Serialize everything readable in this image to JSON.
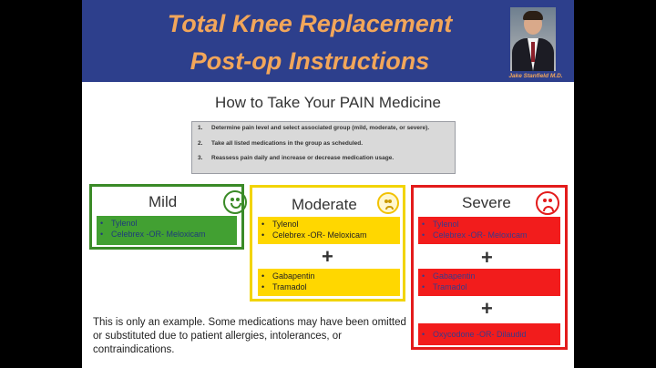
{
  "header": {
    "title_line1": "Total Knee Replacement",
    "title_line2": "Post-op Instructions",
    "author": "Jake Stanfield M.D."
  },
  "subtitle": "How to Take Your PAIN Medicine",
  "steps": [
    {
      "num": "1.",
      "text": "Determine pain level and select associated group (mild, moderate, or severe)."
    },
    {
      "num": "2.",
      "text": "Take all listed medications in the group as scheduled."
    },
    {
      "num": "3.",
      "text": "Reassess pain daily and increase or decrease medication usage."
    }
  ],
  "groups": {
    "mild": {
      "title": "Mild",
      "meds": [
        "Tylenol",
        "Celebrex -OR- Meloxicam"
      ]
    },
    "moderate": {
      "title": "Moderate",
      "meds1": [
        "Tylenol",
        "Celebrex -OR- Meloxicam"
      ],
      "meds2": [
        "Gabapentin",
        "Tramadol"
      ]
    },
    "severe": {
      "title": "Severe",
      "meds1": [
        "Tylenol",
        "Celebrex -OR- Meloxicam"
      ],
      "meds2": [
        "Gabapentin",
        "Tramadol"
      ],
      "meds3": [
        "Oxycodone -OR- Dilaudid"
      ]
    }
  },
  "plus_sign": "+",
  "disclaimer": "This is only an example. Some medications may have been omitted or substituted due to patient allergies, intolerances, or contraindications.",
  "colors": {
    "header_bg": "#2d3f8c",
    "title_text": "#f2a65a",
    "mild": "#42a032",
    "moderate": "#ffd700",
    "severe": "#f21c1c"
  },
  "icons": {
    "mild": "happy-face-icon",
    "moderate": "worried-face-icon",
    "severe": "sad-face-icon"
  }
}
